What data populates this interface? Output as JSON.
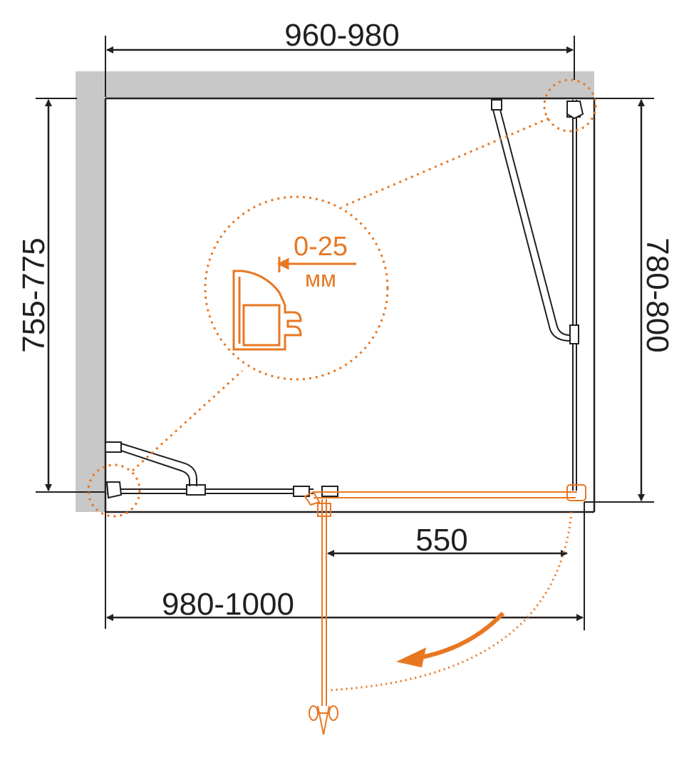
{
  "dimensions": {
    "top_width": "960-980",
    "left_height": "755-775",
    "right_height": "780-800",
    "door_opening": "550",
    "bottom_width": "980-1000"
  },
  "detail": {
    "gap": "0-25",
    "unit": "мм"
  },
  "colors": {
    "line": "#231f20",
    "accent": "#e87722",
    "wall": "#c8c8c8"
  }
}
